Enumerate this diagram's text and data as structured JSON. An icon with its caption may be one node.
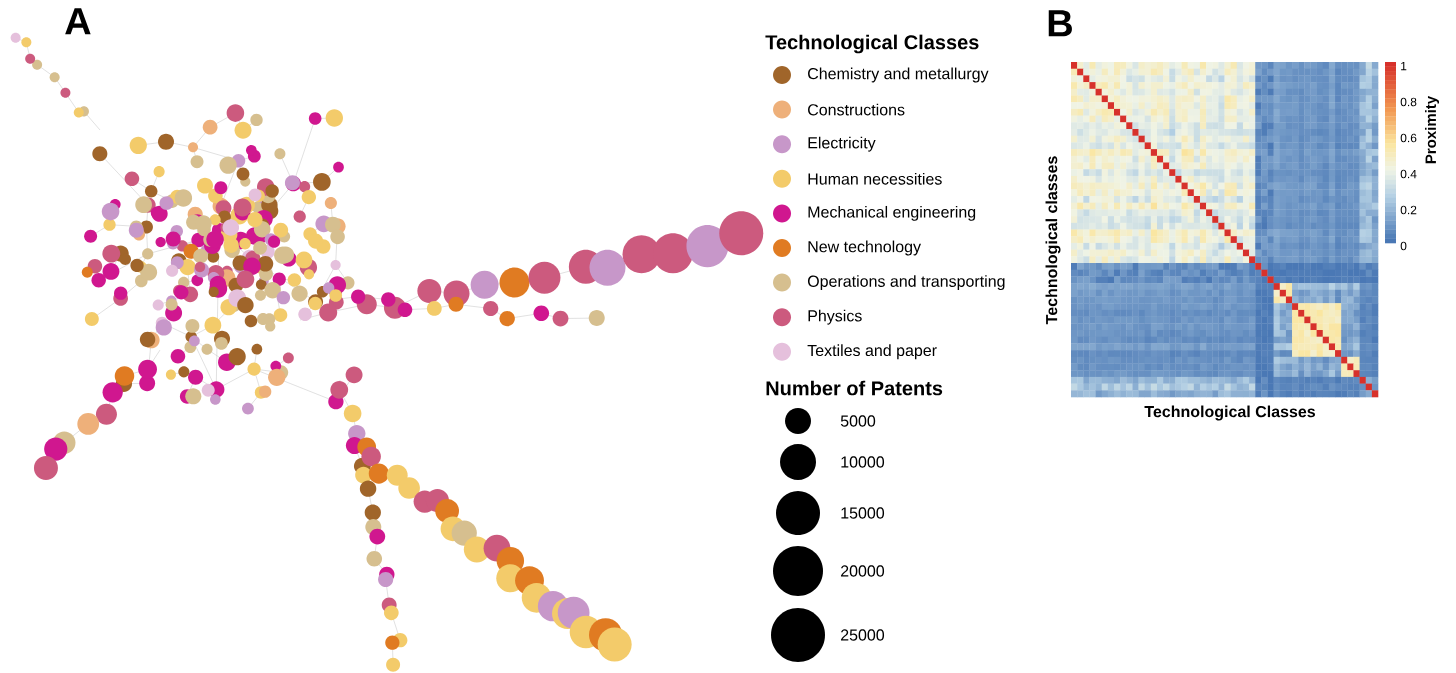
{
  "diagram": {
    "labels": [
      "A",
      "Technological Classes",
      "Number of Patents",
      "B",
      "1",
      "0.8",
      "0.6",
      "0.4",
      "0.2",
      "0",
      "Proximity",
      "Technological classes",
      "Technological Classes"
    ],
    "legend": [
      {
        "text": "Chemistry and metallurgy",
        "color": "#a0652a"
      },
      {
        "text": "Constructions",
        "color": "#eeb07a"
      },
      {
        "text": "Electricity",
        "color": "#c797c9"
      },
      {
        "text": "Human necessities",
        "color": "#f3cb6a"
      },
      {
        "text": "Mechanical engineering",
        "color": "#d0178f"
      },
      {
        "text": "New technology",
        "color": "#e07b22"
      },
      {
        "text": "Operations and transporting",
        "color": "#d6bf8f"
      },
      {
        "text": "Physics",
        "color": "#cc5a7e"
      },
      {
        "text": "Textiles and paper",
        "color": "#e5c0dc"
      },
      {
        "text": "5000"
      },
      {
        "text": "10000"
      },
      {
        "text": "15000"
      },
      {
        "text": "20000"
      },
      {
        "text": "25000"
      }
    ]
  }
}
